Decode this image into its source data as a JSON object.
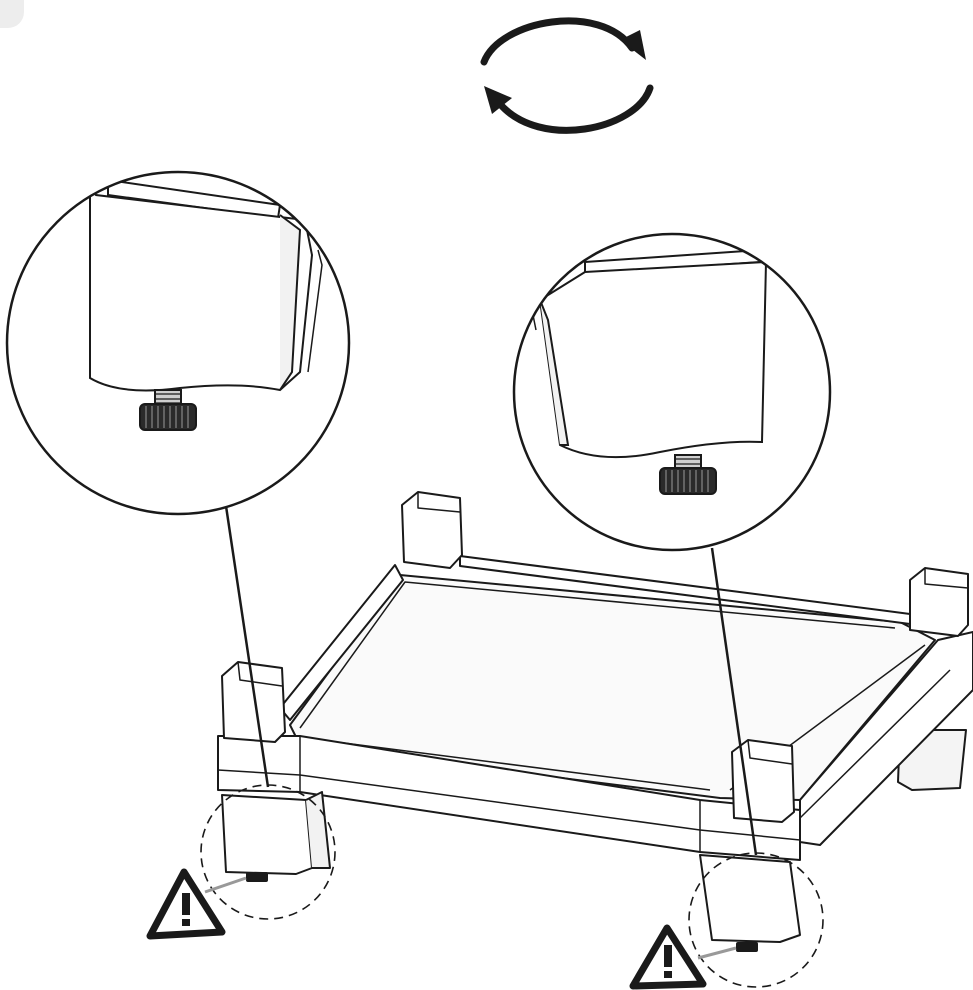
{
  "figure": {
    "kind": "assembly-instruction",
    "subject": "stand-with-adjustable-leveling-feet",
    "line_color": "#1a1a1a",
    "fill_color": "#ffffff",
    "shade_color": "#f2f2f2",
    "corner_tab_color": "#ededed"
  },
  "icons": {
    "rotation": "rotate-arrows-icon",
    "warning": "warning-triangle-icon"
  },
  "callouts": [
    {
      "name": "left-foot-detail",
      "shows": "leveling-foot-knob",
      "warning": true
    },
    {
      "name": "right-foot-detail",
      "shows": "leveling-foot-knob",
      "warning": true
    }
  ]
}
